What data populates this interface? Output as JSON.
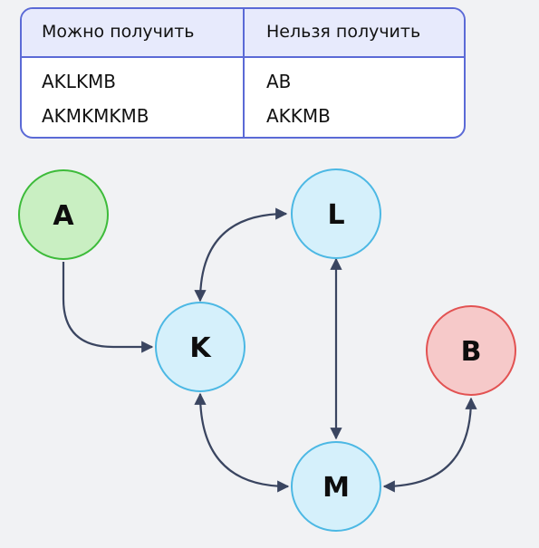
{
  "table": {
    "headers": [
      "Можно получить",
      "Нельзя получить"
    ],
    "rows": [
      [
        "AKLKMB",
        "AB"
      ],
      [
        "AKMKMKMB",
        "AKKMB"
      ]
    ]
  },
  "graph": {
    "nodes": [
      {
        "id": "A",
        "label": "A",
        "kind": "start",
        "color": "#c9efc2"
      },
      {
        "id": "K",
        "label": "K",
        "kind": "normal",
        "color": "#d5f0fb"
      },
      {
        "id": "L",
        "label": "L",
        "kind": "normal",
        "color": "#d5f0fb"
      },
      {
        "id": "M",
        "label": "M",
        "kind": "normal",
        "color": "#d5f0fb"
      },
      {
        "id": "B",
        "label": "B",
        "kind": "end",
        "color": "#f6c9c9"
      }
    ],
    "edges": [
      {
        "from": "A",
        "to": "K",
        "direction": "forward"
      },
      {
        "from": "K",
        "to": "L",
        "direction": "both"
      },
      {
        "from": "K",
        "to": "M",
        "direction": "both"
      },
      {
        "from": "L",
        "to": "M",
        "direction": "both"
      },
      {
        "from": "M",
        "to": "B",
        "direction": "both"
      }
    ],
    "edge_color": "#3a4560"
  }
}
